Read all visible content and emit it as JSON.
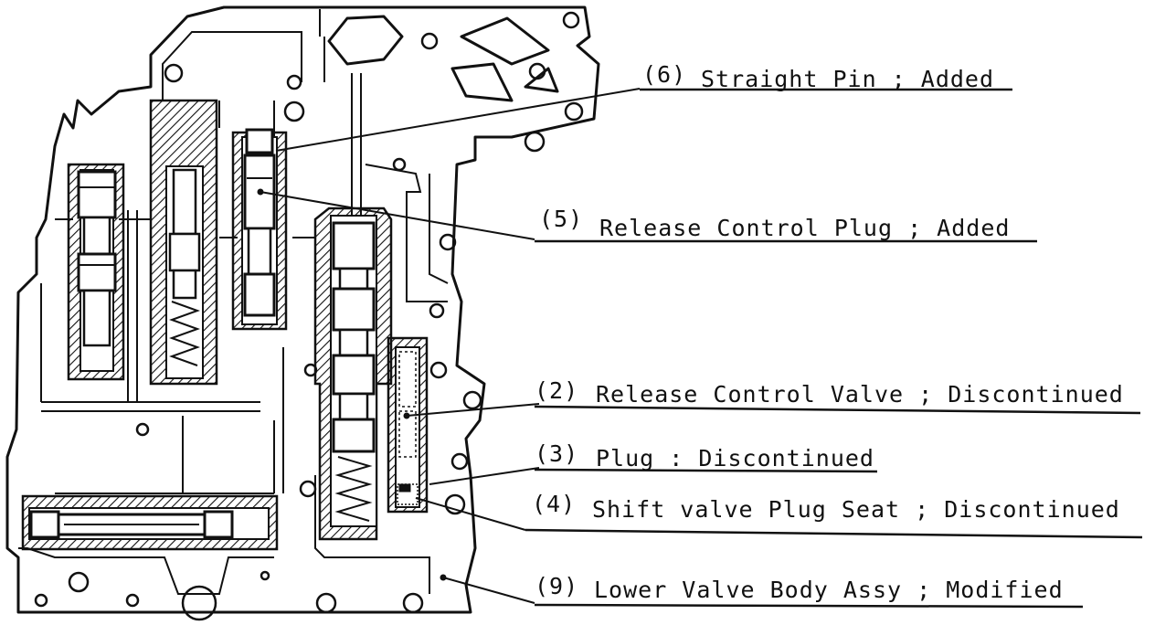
{
  "callouts": [
    {
      "id": "6",
      "number": "(6)",
      "label": "Straight Pin ; Added"
    },
    {
      "id": "5",
      "number": "(5)",
      "label": "Release Control Plug ; Added"
    },
    {
      "id": "2",
      "number": "(2)",
      "label": "Release Control Valve ; Discontinued"
    },
    {
      "id": "3",
      "number": "(3)",
      "label": "Plug : Discontinued"
    },
    {
      "id": "4",
      "number": "(4)",
      "label": "Shift valve Plug Seat ; Discontinued"
    },
    {
      "id": "9",
      "number": "(9)",
      "label": "Lower Valve Body Assy ; Modified"
    }
  ]
}
